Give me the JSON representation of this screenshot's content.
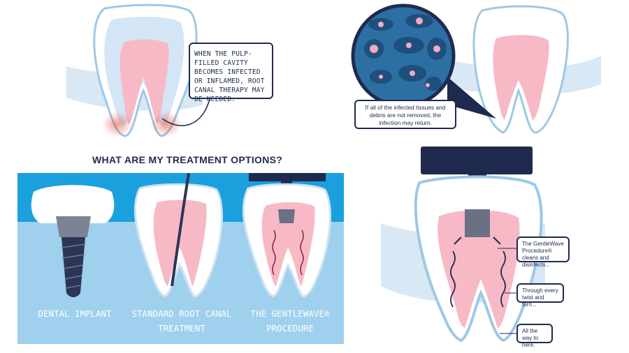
{
  "callouts": {
    "pulp": "WHEN THE PULP-FILLED CAVITY BECOMES INFECTED OR INFLAMED, ROOT CANAL THERAPY MAY BE NEEDED.",
    "infection": "If all of the infected tissues and debris are not removed, the infection may return.",
    "gentlewave": "The GentleWave Procedure® cleans and disinfects...",
    "twist": "Through every twist and turn...",
    "allway": "All the way to here."
  },
  "heading": "WHAT ARE MY TREATMENT OPTIONS?",
  "options": [
    {
      "line1": "DENTAL IMPLANT",
      "line2": ""
    },
    {
      "line1": "STANDARD ROOT CANAL",
      "line2": "TREATMENT"
    },
    {
      "line1": "THE GENTLEWAVE®",
      "line2": "PROCEDURE"
    }
  ],
  "colors": {
    "navy": "#1f2a4f",
    "gum_blue": "#c9e0f2",
    "panel_blue": "#1aa0dc",
    "pulp_pink": "#f7b9c6",
    "inflamed_red": "#e2483b"
  }
}
